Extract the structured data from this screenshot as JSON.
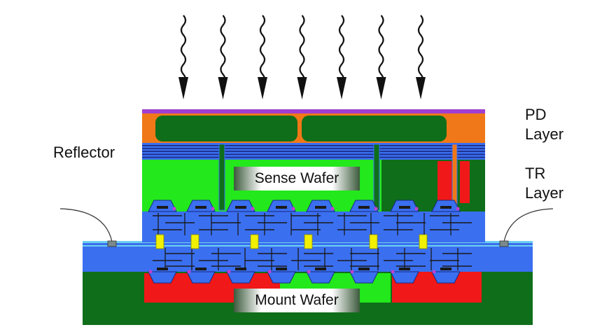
{
  "labels": {
    "pd_layer": "PD\nLayer",
    "tr_layer": "TR\nLayer",
    "reflector": "Reflector",
    "sense_wafer": "Sense Wafer",
    "mount_wafer": "Mount Wafer"
  },
  "colors": {
    "blue": "#3a6ff0",
    "dark_green": "#0f6e1a",
    "bright_green": "#22e81c",
    "orange": "#f07818",
    "red": "#f01818",
    "yellow": "#f0f000",
    "purple": "#a040d0",
    "dark": "#1a1a1a"
  },
  "incident_arrows": 7
}
